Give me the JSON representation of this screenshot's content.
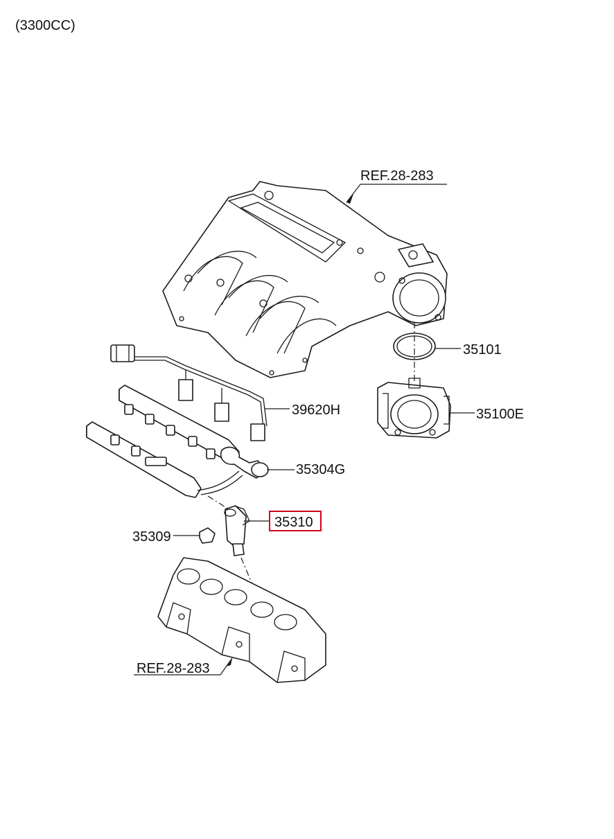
{
  "header": {
    "engine_label": "(3300CC)"
  },
  "callouts": {
    "ref_upper": "REF.28-283",
    "ref_lower": "REF.28-283",
    "gasket": "35101",
    "throttle_body": "35100E",
    "wiring_harness": "39620H",
    "fuel_rail": "35304G",
    "injector": "35310",
    "clip": "35309"
  },
  "highlight": {
    "part": "35310",
    "color": "#d0021b"
  }
}
